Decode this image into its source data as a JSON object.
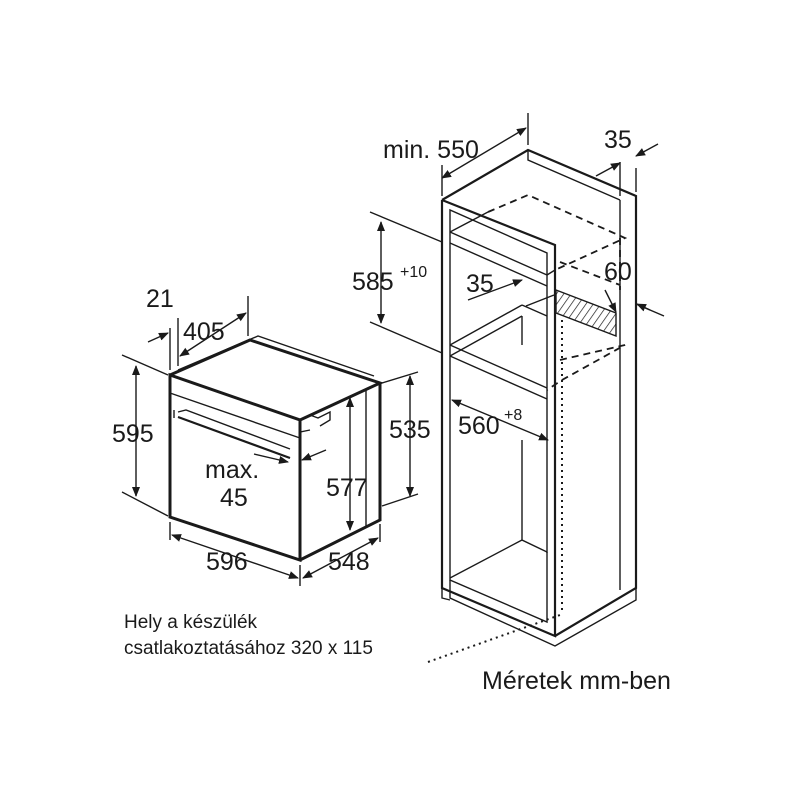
{
  "labels": {
    "min_width": "min. 550",
    "depth_35_top": "35",
    "height_585": "585",
    "height_585_tol": "+10",
    "inner_35": "35",
    "vent_60": "60",
    "width_560": "560",
    "width_560_tol": "+8",
    "oven_21": "21",
    "oven_405": "405",
    "oven_595": "595",
    "oven_535": "535",
    "oven_max": "max.",
    "oven_45": "45",
    "oven_577": "577",
    "oven_596": "596",
    "oven_548": "548",
    "note_line1": "Hely a készülék",
    "note_line2": "csatlakoztatásához 320 x 115",
    "units": "Méretek mm-ben"
  },
  "colors": {
    "line": "#1a1a1a",
    "background": "#ffffff"
  }
}
